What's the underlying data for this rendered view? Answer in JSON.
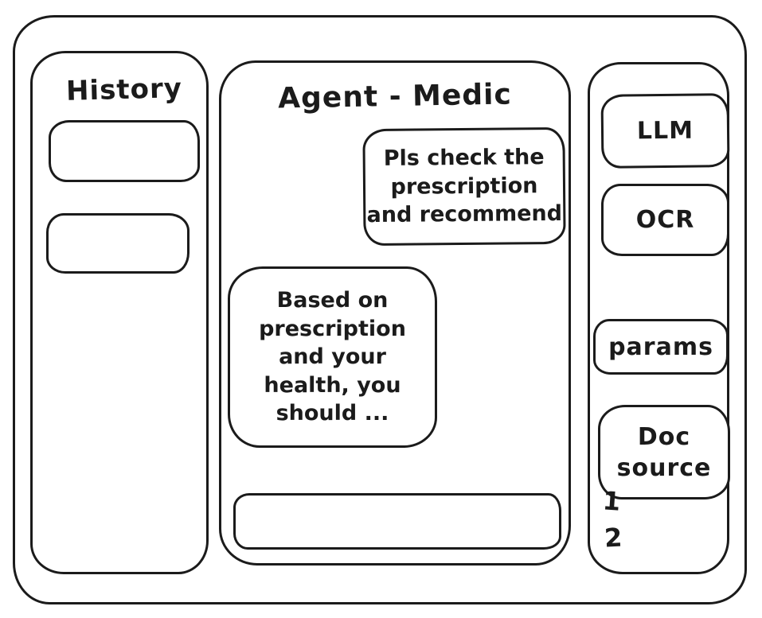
{
  "colors": {
    "stroke": "#1b1b1b",
    "background": "#ffffff"
  },
  "history_panel": {
    "title": "History",
    "items": [
      {
        "label": ""
      },
      {
        "label": ""
      }
    ]
  },
  "chat_panel": {
    "title": "Agent - Medic",
    "messages": [
      {
        "role": "user",
        "text": "Pls check the\nprescription\nand recommend"
      },
      {
        "role": "assistant",
        "text": "Based on\nprescription\nand your\nhealth, you\nshould ..."
      }
    ],
    "input": {
      "value": "",
      "placeholder": ""
    }
  },
  "tools_panel": {
    "buttons": [
      {
        "label": "LLM"
      },
      {
        "label": "OCR"
      },
      {
        "label": "params"
      },
      {
        "label": "Doc\nsource"
      }
    ],
    "doc_source_items": [
      "1",
      "2"
    ]
  }
}
